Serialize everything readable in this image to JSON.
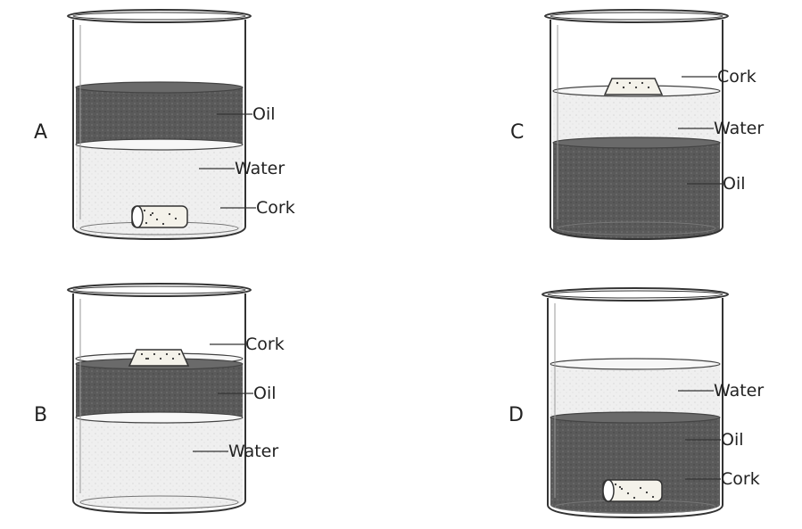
{
  "beakers": [
    {
      "letter": "A",
      "labels": {
        "oil": "Oil",
        "water": "Water",
        "cork": "Cork"
      }
    },
    {
      "letter": "B",
      "labels": {
        "oil": "Oil",
        "water": "Water",
        "cork": "Cork"
      }
    },
    {
      "letter": "C",
      "labels": {
        "oil": "Oil",
        "water": "Water",
        "cork": "Cork"
      }
    },
    {
      "letter": "D",
      "labels": {
        "oil": "Oil",
        "water": "Water",
        "cork": "Cork"
      }
    }
  ],
  "colors": {
    "oil": "#5a5a5a",
    "water": "#ececec",
    "cork": "#f4f2ea",
    "outline": "#333333"
  }
}
